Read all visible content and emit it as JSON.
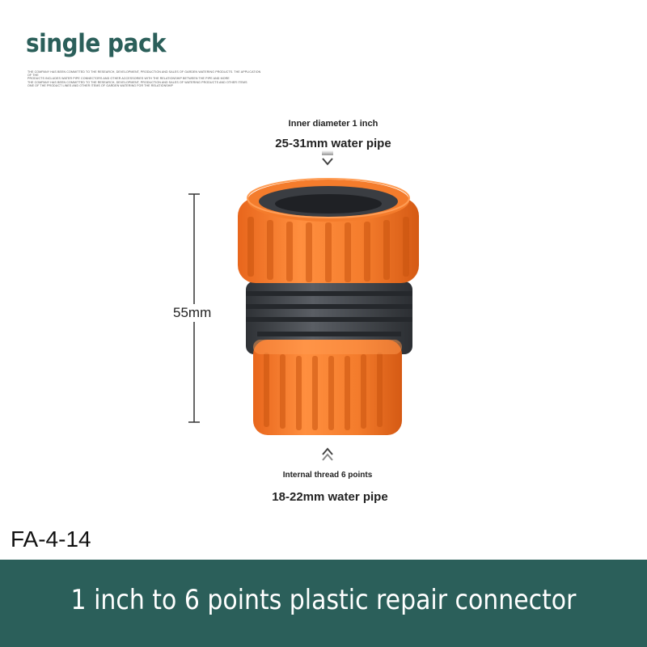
{
  "title": "single pack",
  "fine_print": [
    "THE COMPANY HAS BEEN COMMITTED TO THE RESEARCH, DEVELOPMENT, PRODUCTION AND SALES OF GARDEN WATERING PRODUCTS. THE APPLICATION OF THE",
    "PRODUCTS INCLUDES WATER PIPE CONNECTORS AND OTHER ACCESSORIES WITH THE RELATIONSHIP BETWEEN THE PIPE AND MORE",
    "THE COMPANY HAS BEEN COMMITTED TO THE RESEARCH, DEVELOPMENT, PRODUCTION AND SALES OF WATERING PRODUCTS AND OTHER ITEMS",
    "ONE OF THE PRODUCT LINES AND OTHER ITEMS OF GARDEN WATERING FOR THE RELATIONSHIP"
  ],
  "top_label_small": "Inner diameter 1 inch",
  "top_label_big": "25-31mm water pipe",
  "dimension_label": "55mm",
  "bottom_label_small": "Internal thread 6 points",
  "bottom_label_big": "18-22mm water pipe",
  "model_code": "FA-4-14",
  "banner_text": "1 inch to 6 points plastic repair connector",
  "colors": {
    "brand": "#2b5f5a",
    "orange": "#f47c2c",
    "orange_dark": "#d9621a",
    "gray_body": "#4a4d52"
  }
}
